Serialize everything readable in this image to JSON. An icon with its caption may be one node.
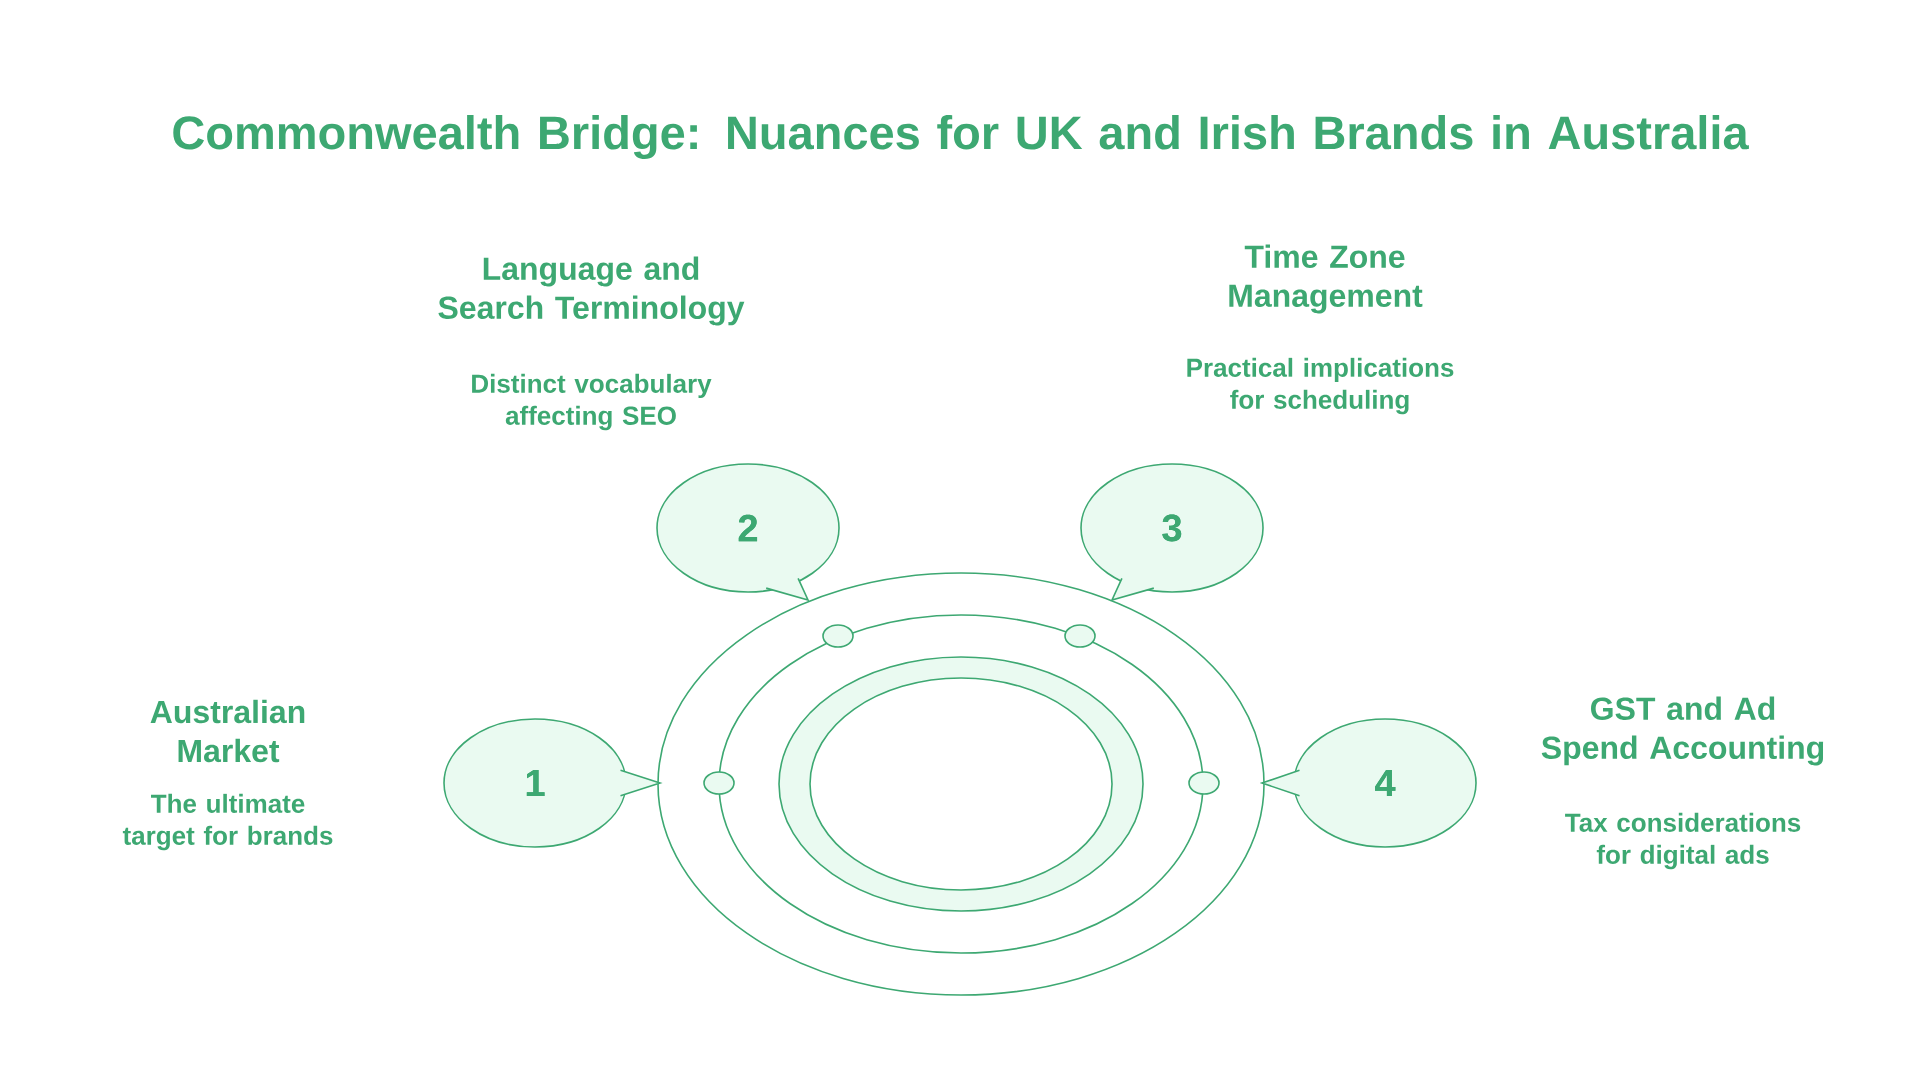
{
  "diagram": {
    "title": "Commonwealth Bridge: Nuances for UK and Irish Brands in Australia",
    "nodes": [
      {
        "text": [
          "1"
        ],
        "beside": [
          "Australian Market",
          "The ultimate target for brands"
        ]
      },
      {
        "text": [
          "2"
        ],
        "beside": [
          "Language and Search Terminology",
          "Distinct vocabulary affecting SEO"
        ]
      },
      {
        "text": [
          "3"
        ],
        "beside": [
          "Time Zone Management",
          "Practical implications for scheduling"
        ]
      },
      {
        "text": [
          "4"
        ],
        "beside": [
          "GST and Ad Spend Accounting",
          "Tax considerations for digital ads"
        ]
      }
    ]
  }
}
